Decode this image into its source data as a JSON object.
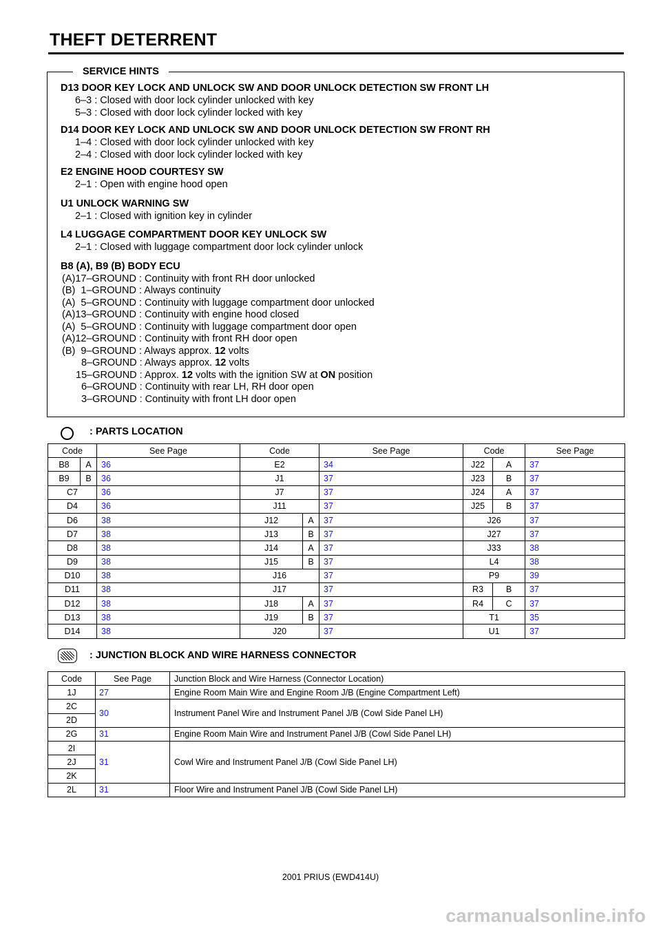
{
  "title": "THEFT DETERRENT",
  "service_hints": {
    "legend": "SERVICE HINTS",
    "d13": {
      "head": "D13  DOOR KEY LOCK AND UNLOCK SW AND DOOR UNLOCK DETECTION SW FRONT LH",
      "lines": [
        "6–3 : Closed with door lock cylinder unlocked with key",
        "5–3 : Closed with door lock cylinder locked with key"
      ]
    },
    "d14": {
      "head": "D14  DOOR KEY LOCK AND UNLOCK SW AND DOOR UNLOCK DETECTION SW FRONT RH",
      "lines": [
        "1–4 : Closed with door lock cylinder unlocked with key",
        "2–4 : Closed with door lock cylinder locked with key"
      ]
    },
    "e2": {
      "head": "E2  ENGINE HOOD COURTESY SW",
      "lines": [
        "2–1 : Open with engine hood open"
      ]
    },
    "u1": {
      "head": "U1  UNLOCK WARNING SW",
      "lines": [
        "2–1 : Closed with ignition key in cylinder"
      ]
    },
    "l4": {
      "head": "L4  LUGGAGE COMPARTMENT DOOR KEY UNLOCK SW",
      "lines": [
        "2–1 : Closed with luggage compartment door lock cylinder unlock"
      ]
    },
    "b8": {
      "head": "B8 (A), B9 (B)  BODY ECU",
      "lines": [
        "(A)17–GROUND : Continuity with front RH door unlocked",
        "(B)  1–GROUND : Always continuity",
        "(A)  5–GROUND : Continuity with luggage compartment door unlocked",
        "(A)13–GROUND : Continuity with engine hood closed",
        "(A)  5–GROUND : Continuity with luggage compartment door open",
        "(A)12–GROUND : Continuity with front RH door open",
        "(B)  9–GROUND : Always approx. ",
        "8–GROUND : Always approx. ",
        "15–GROUND : Approx. ",
        "6–GROUND : Continuity with rear LH, RH door open",
        "3–GROUND : Continuity with front LH door open"
      ],
      "volts_value": "12",
      "volts_unit": " volts",
      "ign_mid": " volts with the ignition SW at ",
      "ign_on": "ON",
      "ign_end": " position"
    }
  },
  "parts_location": {
    "heading": ": PARTS LOCATION",
    "headers": [
      "Code",
      "See Page",
      "Code",
      "See Page",
      "Code",
      "See Page"
    ],
    "rows": [
      [
        [
          "B8",
          "A"
        ],
        "36",
        [
          "E2"
        ],
        "34",
        [
          "J22",
          "A"
        ],
        "37"
      ],
      [
        [
          "B9",
          "B"
        ],
        "36",
        [
          "J1"
        ],
        "37",
        [
          "J23",
          "B"
        ],
        "37"
      ],
      [
        [
          "C7"
        ],
        "36",
        [
          "J7"
        ],
        "37",
        [
          "J24",
          "A"
        ],
        "37"
      ],
      [
        [
          "D4"
        ],
        "36",
        [
          "J11"
        ],
        "37",
        [
          "J25",
          "B"
        ],
        "37"
      ],
      [
        [
          "D6"
        ],
        "38",
        [
          "J12",
          "A"
        ],
        "37",
        [
          "J26"
        ],
        "37"
      ],
      [
        [
          "D7"
        ],
        "38",
        [
          "J13",
          "B"
        ],
        "37",
        [
          "J27"
        ],
        "37"
      ],
      [
        [
          "D8"
        ],
        "38",
        [
          "J14",
          "A"
        ],
        "37",
        [
          "J33"
        ],
        "38"
      ],
      [
        [
          "D9"
        ],
        "38",
        [
          "J15",
          "B"
        ],
        "37",
        [
          "L4"
        ],
        "38"
      ],
      [
        [
          "D10"
        ],
        "38",
        [
          "J16"
        ],
        "37",
        [
          "P9"
        ],
        "39"
      ],
      [
        [
          "D11"
        ],
        "38",
        [
          "J17"
        ],
        "37",
        [
          "R3",
          "B"
        ],
        "37"
      ],
      [
        [
          "D12"
        ],
        "38",
        [
          "J18",
          "A"
        ],
        "37",
        [
          "R4",
          "C"
        ],
        "37"
      ],
      [
        [
          "D13"
        ],
        "38",
        [
          "J19",
          "B"
        ],
        "37",
        [
          "T1"
        ],
        "35"
      ],
      [
        [
          "D14"
        ],
        "38",
        [
          "J20"
        ],
        "37",
        [
          "U1"
        ],
        "37"
      ]
    ]
  },
  "junction_block": {
    "heading": ": JUNCTION BLOCK AND WIRE HARNESS CONNECTOR",
    "headers": [
      "Code",
      "See Page",
      "Junction Block and Wire Harness (Connector Location)"
    ],
    "rows": [
      {
        "codes": [
          "1J"
        ],
        "page": "27",
        "desc": "Engine Room Main Wire and Engine Room J/B (Engine Compartment Left)"
      },
      {
        "codes": [
          "2C",
          "2D"
        ],
        "page": "30",
        "desc": "Instrument Panel Wire and Instrument Panel J/B (Cowl Side Panel LH)"
      },
      {
        "codes": [
          "2G"
        ],
        "page": "31",
        "desc": "Engine Room Main Wire and Instrument Panel J/B (Cowl Side Panel LH)"
      },
      {
        "codes": [
          "2I",
          "2J",
          "2K"
        ],
        "page": "31",
        "desc": "Cowl Wire and Instrument Panel J/B (Cowl Side Panel LH)"
      },
      {
        "codes": [
          "2L"
        ],
        "page": "31",
        "desc": "Floor Wire and Instrument Panel J/B (Cowl Side Panel LH)"
      }
    ]
  },
  "footer": "2001 PRIUS (EWD414U)",
  "watermark": "carmanualsonline.info",
  "colors": {
    "page_link": "#1a1adc",
    "watermark": "#c7c7c7"
  }
}
